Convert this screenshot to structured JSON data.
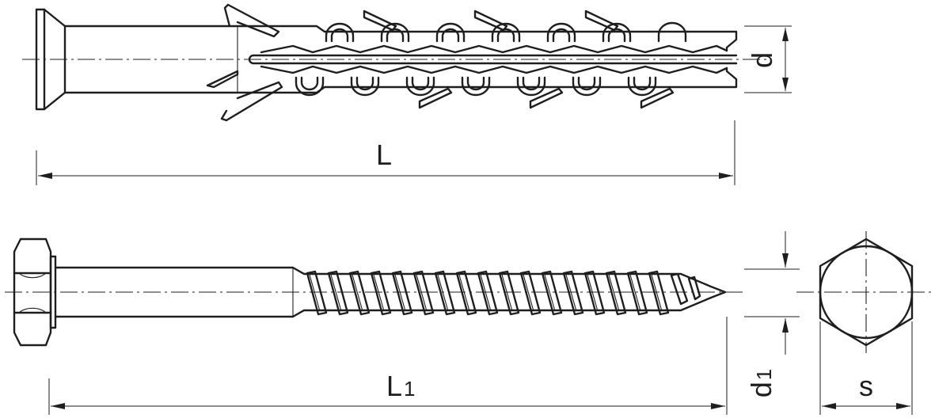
{
  "anchor": {
    "length_label": "L",
    "diameter_label": "d"
  },
  "screw": {
    "length_label_main": "L",
    "length_label_sub": "1",
    "diameter_label_main": "d",
    "diameter_label_sub": "1",
    "hex_wrench_label": "s"
  }
}
